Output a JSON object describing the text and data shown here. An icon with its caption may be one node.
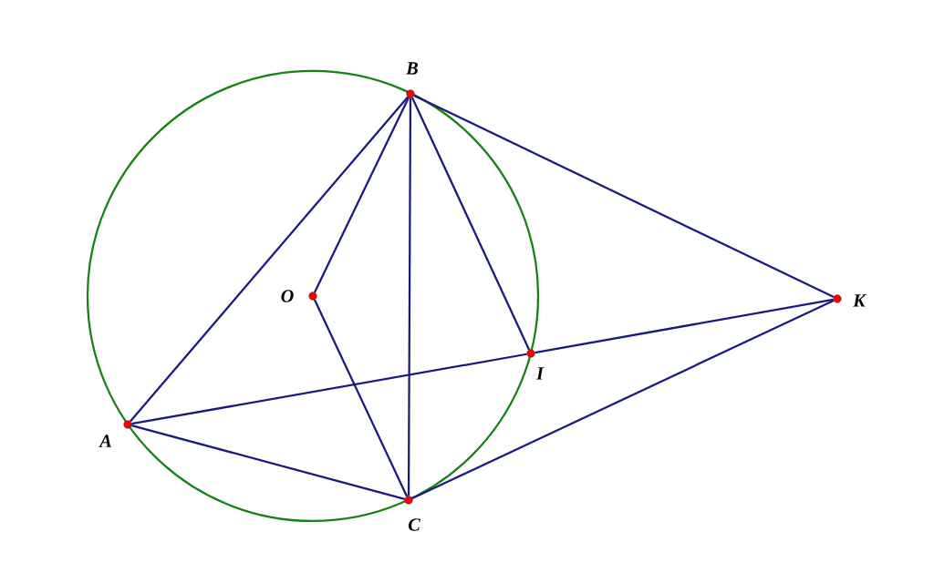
{
  "diagram": {
    "nodes": [
      {
        "text": [
          "B"
        ]
      },
      {
        "text": [
          "O"
        ]
      },
      {
        "text": [
          "K"
        ]
      },
      {
        "text": [
          "I"
        ]
      },
      {
        "text": [
          "A"
        ]
      },
      {
        "text": [
          "C"
        ]
      }
    ],
    "edges": [
      {
        "from": 0,
        "to": 4,
        "arrow": "none"
      },
      {
        "from": 0,
        "to": 1,
        "arrow": "none"
      },
      {
        "from": 0,
        "to": 5,
        "arrow": "none"
      },
      {
        "from": 0,
        "to": 3,
        "arrow": "none"
      },
      {
        "from": 0,
        "to": 2,
        "arrow": "none"
      },
      {
        "from": 1,
        "to": 5,
        "arrow": "none"
      },
      {
        "from": 4,
        "to": 3,
        "arrow": "none"
      },
      {
        "from": 3,
        "to": 2,
        "arrow": "none"
      },
      {
        "from": 4,
        "to": 5,
        "arrow": "none"
      },
      {
        "from": 5,
        "to": 2,
        "arrow": "none"
      }
    ]
  }
}
